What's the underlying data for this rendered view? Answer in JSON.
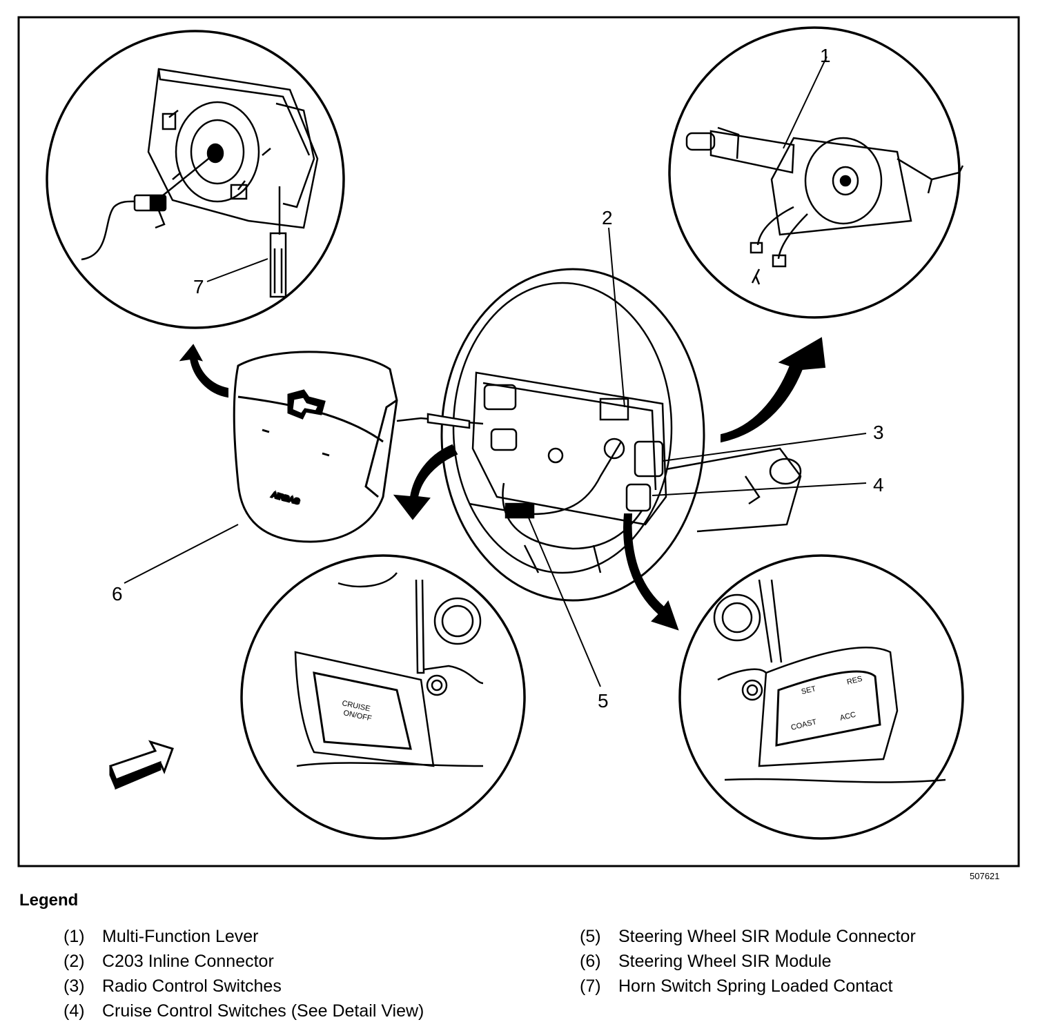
{
  "figure": {
    "id": "507621",
    "callouts": [
      {
        "label": "1"
      },
      {
        "label": "2"
      },
      {
        "label": "3"
      },
      {
        "label": "4"
      },
      {
        "label": "5"
      },
      {
        "label": "6"
      },
      {
        "label": "7"
      }
    ],
    "detail_labels": {
      "cruise_on_off_line1": "CRUISE",
      "cruise_on_off_line2": "ON/OFF",
      "set": "SET",
      "res": "RES",
      "coast": "COAST",
      "acc": "ACC"
    }
  },
  "legend": {
    "title": "Legend",
    "items": [
      {
        "num": "(1)",
        "text": "Multi-Function Lever"
      },
      {
        "num": "(2)",
        "text": "C203 Inline Connector"
      },
      {
        "num": "(3)",
        "text": "Radio Control Switches"
      },
      {
        "num": "(4)",
        "text": "Cruise Control Switches (See Detail View)"
      },
      {
        "num": "(5)",
        "text": "Steering Wheel SIR Module Connector"
      },
      {
        "num": "(6)",
        "text": "Steering Wheel SIR Module"
      },
      {
        "num": "(7)",
        "text": "Horn Switch Spring Loaded Contact"
      }
    ]
  }
}
